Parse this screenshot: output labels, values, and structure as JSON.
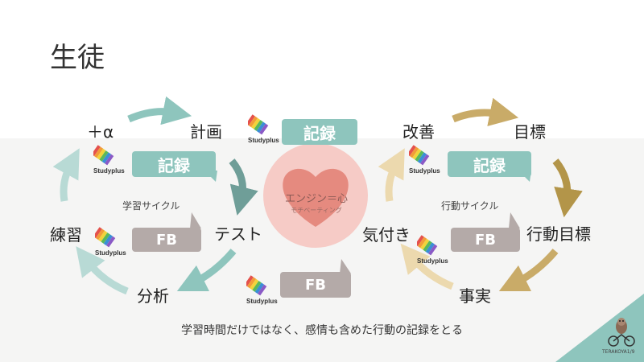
{
  "page": {
    "title": "生徒"
  },
  "study_cycle": {
    "nodes": {
      "plus_alpha": "＋α",
      "plan": "計画",
      "test": "テスト",
      "analysis": "分析",
      "practice": "練習"
    },
    "label": "学習サイクル",
    "record_label": "記録",
    "fb_label": "FB",
    "app_name": "Studyplus"
  },
  "center": {
    "engine_label": "エンジン＝心",
    "motivation_label": "モチベーティング",
    "record_label": "記録",
    "fb_label": "FB",
    "app_name": "Studyplus"
  },
  "action_cycle": {
    "nodes": {
      "improve": "改善",
      "goal": "目標",
      "action_goal": "行動目標",
      "fact": "事実",
      "notice": "気付き"
    },
    "label": "行動サイクル",
    "record_label": "記録",
    "fb_label": "FB",
    "app_name": "Studyplus"
  },
  "caption": "学習時間だけではなく、感情も含めた行動の記録をとる",
  "logo": {
    "text": "TERAKOYA1/9"
  },
  "colors": {
    "teal": "#8ec5bd",
    "dark_teal": "#6f9e98",
    "gray_bubble": "#b4aaa8",
    "heart": "#e58a7f",
    "circle": "#f6cbc6",
    "gold": "#c9ab68",
    "light_gold": "#ecd9ae"
  }
}
